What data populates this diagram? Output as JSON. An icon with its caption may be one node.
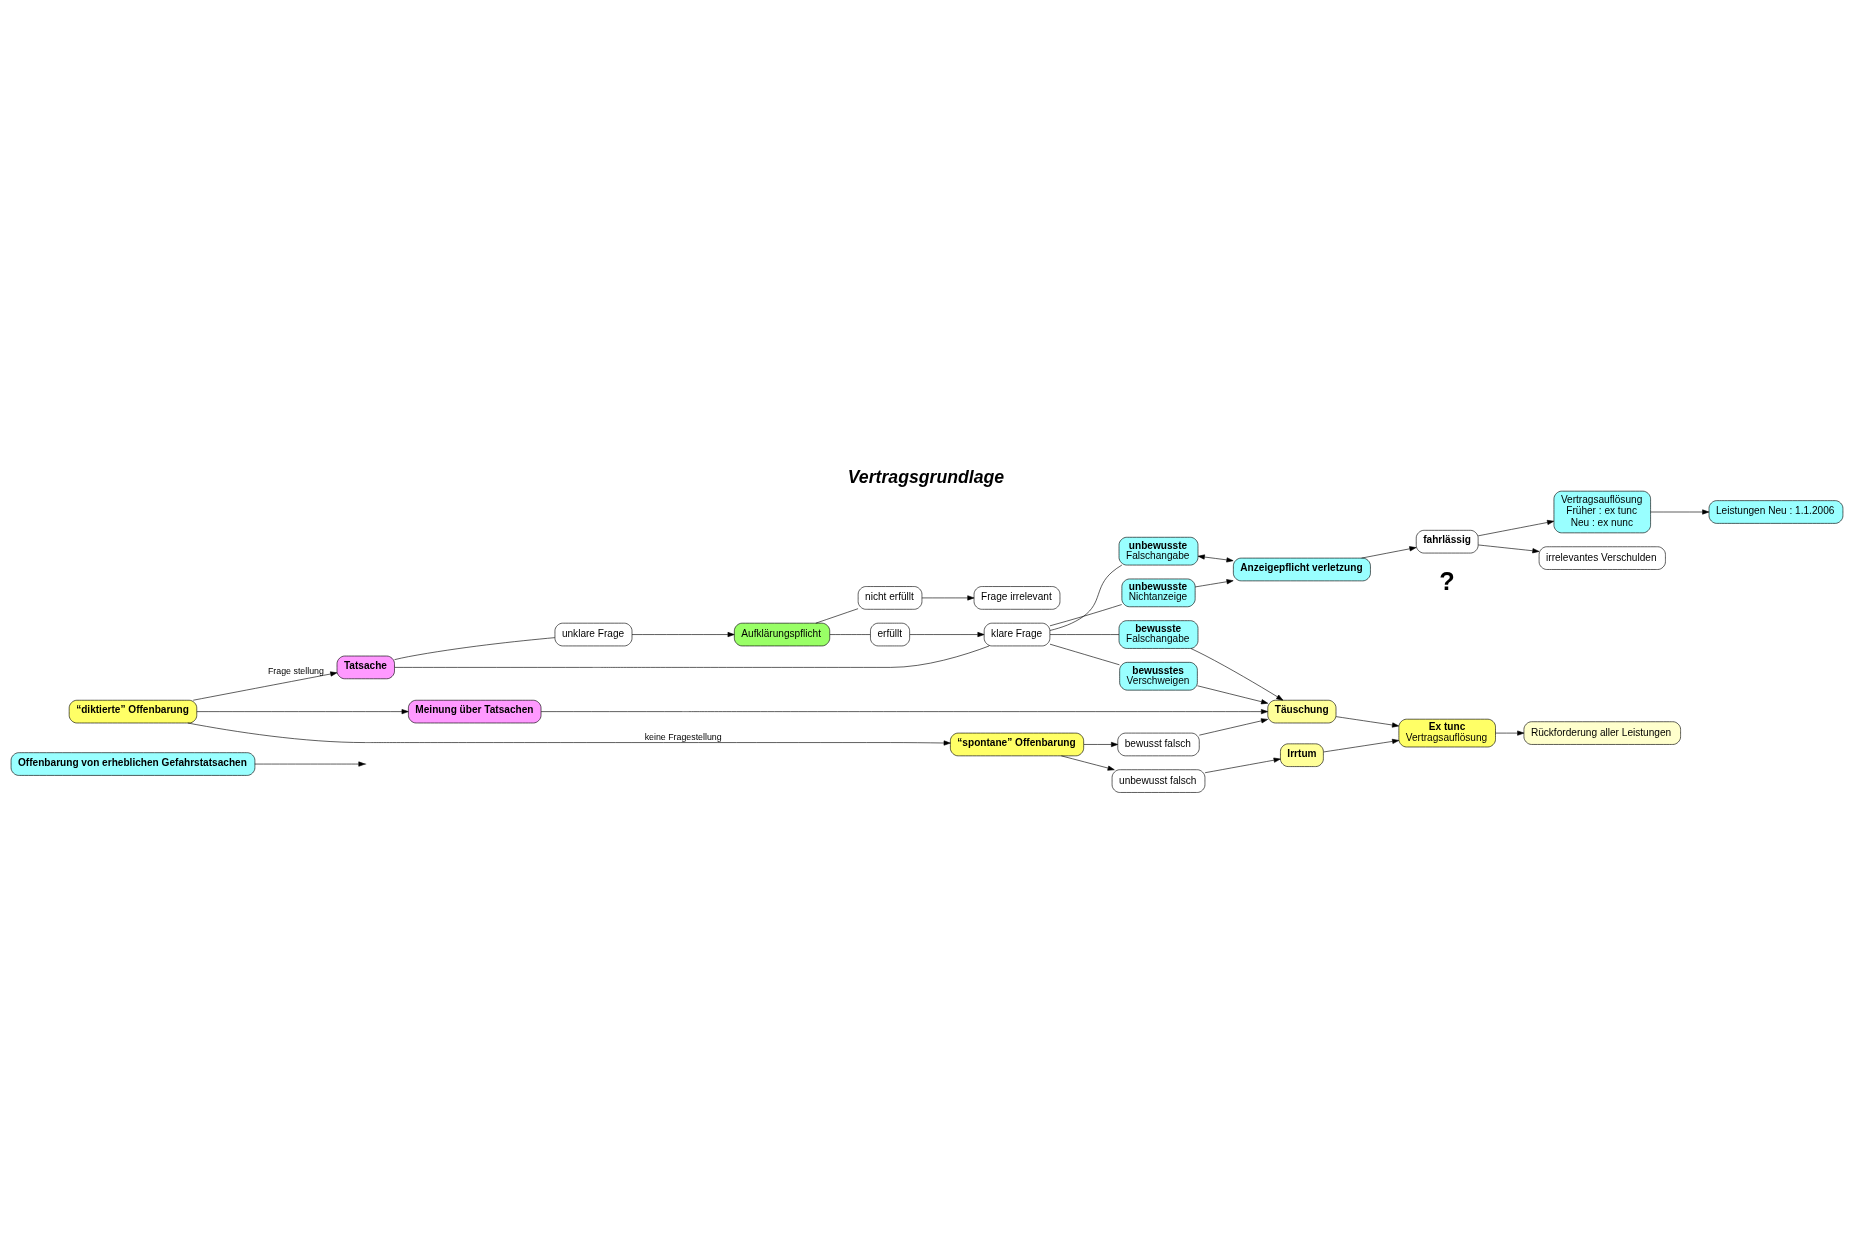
{
  "diagram": {
    "title": "Vertragsgrundlage",
    "nodes": [
      {
        "text": [
          "Offenbarung von erheblichen Gefahrstatsachen"
        ]
      },
      {
        "text": [
          "“diktierte” Offenbarung"
        ]
      },
      {
        "text": [
          "Tatsache"
        ]
      },
      {
        "text": [
          "Aufklärungspflicht"
        ]
      },
      {
        "text": [
          "nicht erfüllt"
        ]
      },
      {
        "text": [
          "erfüllt"
        ]
      },
      {
        "text": [
          "Frage irrelevant"
        ]
      },
      {
        "text": [
          "Leistungen Neu : 1.1.2006"
        ]
      },
      {
        "text": [
          "unklare Frage"
        ]
      },
      {
        "text": [
          "klare Frage"
        ]
      },
      {
        "text": [
          "unbewusste",
          "Falschangabe"
        ]
      },
      {
        "text": [
          "unbewusste",
          "Nichtanzeige"
        ]
      },
      {
        "text": [
          "bewusste",
          "Falschangabe"
        ]
      },
      {
        "text": [
          "bewusstes",
          "Verschweigen"
        ]
      },
      {
        "text": [
          "Anzeigepflicht verletzung"
        ]
      },
      {
        "text": [
          "fahrlässig"
        ]
      },
      {
        "text": [
          "Vertragsauflösung",
          "Früher : ex tunc",
          "Neu : ex nunc"
        ]
      },
      {
        "text": [
          "irrelevantes Verschulden"
        ]
      },
      {
        "text": [
          "Täuschung"
        ]
      },
      {
        "text": [
          "Meinung über Tatsachen"
        ]
      },
      {
        "text": [
          "“spontane” Offenbarung"
        ]
      },
      {
        "text": [
          "bewusst falsch"
        ]
      },
      {
        "text": [
          "unbewusst falsch"
        ]
      },
      {
        "text": [
          "Irrtum"
        ]
      },
      {
        "text": [
          "Ex tunc",
          "Vertragsauflösung"
        ]
      },
      {
        "text": [
          "Rückforderung aller Leistungen"
        ]
      }
    ],
    "edges": [
      {
        "from": 0,
        "to": null,
        "arrow": "to"
      },
      {
        "from": 1,
        "to": 2,
        "arrow": "to",
        "label": "Frage stellung"
      },
      {
        "from": 1,
        "to": 19,
        "arrow": "to"
      },
      {
        "from": 1,
        "to": 20,
        "arrow": "to",
        "label": "keine Fragestellung"
      },
      {
        "from": 2,
        "to": 8,
        "arrow": "none"
      },
      {
        "from": 2,
        "to": 9,
        "arrow": "none"
      },
      {
        "from": 8,
        "to": 3,
        "arrow": "to"
      },
      {
        "from": 3,
        "to": 4,
        "arrow": "none"
      },
      {
        "from": 3,
        "to": 5,
        "arrow": "none"
      },
      {
        "from": 4,
        "to": 6,
        "arrow": "to"
      },
      {
        "from": 5,
        "to": 9,
        "arrow": "to"
      },
      {
        "from": 9,
        "to": 10,
        "arrow": "none"
      },
      {
        "from": 9,
        "to": 11,
        "arrow": "none"
      },
      {
        "from": 9,
        "to": 12,
        "arrow": "none"
      },
      {
        "from": 9,
        "to": 13,
        "arrow": "none"
      },
      {
        "from": 10,
        "to": 14,
        "arrow": "both"
      },
      {
        "from": 11,
        "to": 14,
        "arrow": "to"
      },
      {
        "from": 12,
        "to": 18,
        "arrow": "to"
      },
      {
        "from": 13,
        "to": 18,
        "arrow": "to"
      },
      {
        "from": 19,
        "to": 18,
        "arrow": "to"
      },
      {
        "from": 21,
        "to": 18,
        "arrow": "to"
      },
      {
        "from": 14,
        "to": 15,
        "arrow": "to"
      },
      {
        "from": 15,
        "to": 16,
        "arrow": "to"
      },
      {
        "from": 15,
        "to": 17,
        "arrow": "to"
      },
      {
        "from": 16,
        "to": 7,
        "arrow": "to"
      },
      {
        "from": 18,
        "to": 24,
        "arrow": "to"
      },
      {
        "from": 23,
        "to": 24,
        "arrow": "to"
      },
      {
        "from": 20,
        "to": 21,
        "arrow": "to"
      },
      {
        "from": 20,
        "to": 22,
        "arrow": "to"
      },
      {
        "from": 22,
        "to": 23,
        "arrow": "to"
      },
      {
        "from": 24,
        "to": 25,
        "arrow": "to"
      }
    ],
    "labels": [
      "?"
    ]
  }
}
